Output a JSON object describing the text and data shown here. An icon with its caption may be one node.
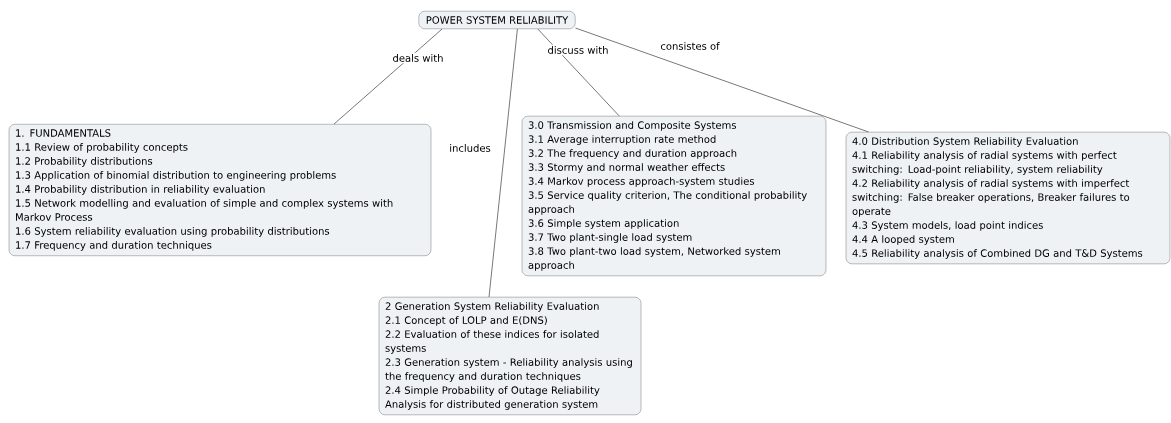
{
  "diagram": {
    "nodes": [
      {
        "text": [
          "POWER SYSTEM RELIABILITY"
        ]
      },
      {
        "text": [
          "1. FUNDAMENTALS",
          "1.1 Review of probability concepts",
          "1.2 Probability distributions",
          "1.3 Application of binomial distribution to engineering problems",
          "1.4 Probability distribution in reliability evaluation",
          "1.5 Network modelling and evaluation of simple and complex systems with Markov Process",
          "1.6 System reliability evaluation using probability distributions",
          "1.7 Frequency and duration techniques"
        ]
      },
      {
        "text": [
          "2 Generation System Reliability Evaluation",
          "2.1 Concept of LOLP and E(DNS)",
          "2.2 Evaluation of these indices for isolated systems",
          "2.3 Generation system - Reliability analysis using the frequency and duration techniques",
          "2.4 Simple Probability of Outage Reliability Analysis for distributed generation system"
        ]
      },
      {
        "text": [
          "3.0 Transmission and Composite Systems",
          "3.1 Average interruption rate method",
          "3.2 The frequency and duration approach",
          "3.3 Stormy and normal weather effects",
          "3.4 Markov process approach-system studies",
          "3.5 Service quality criterion, The conditional probability approach",
          "3.6 Simple system application",
          "3.7 Two plant-single load system",
          "3.8 Two plant-two load system, Networked system approach"
        ]
      },
      {
        "text": [
          "4.0 Distribution System Reliability Evaluation",
          "4.1 Reliability analysis of radial systems with perfect switching: Load-point reliability, system reliability",
          "4.2 Reliability analysis of radial systems with imperfect switching: False breaker operations, Breaker failures to operate",
          "4.3 System models, load point indices",
          "4.4 A looped system",
          "4.5 Reliability analysis of Combined DG and T&D Systems"
        ]
      }
    ],
    "edges": [
      {
        "from": 0,
        "to": 1,
        "arrow": "none",
        "label": "deals with"
      },
      {
        "from": 0,
        "to": 2,
        "arrow": "none",
        "label": "includes"
      },
      {
        "from": 0,
        "to": 3,
        "arrow": "none",
        "label": "discuss with"
      },
      {
        "from": 0,
        "to": 4,
        "arrow": "none",
        "label": "consistes of"
      }
    ]
  }
}
